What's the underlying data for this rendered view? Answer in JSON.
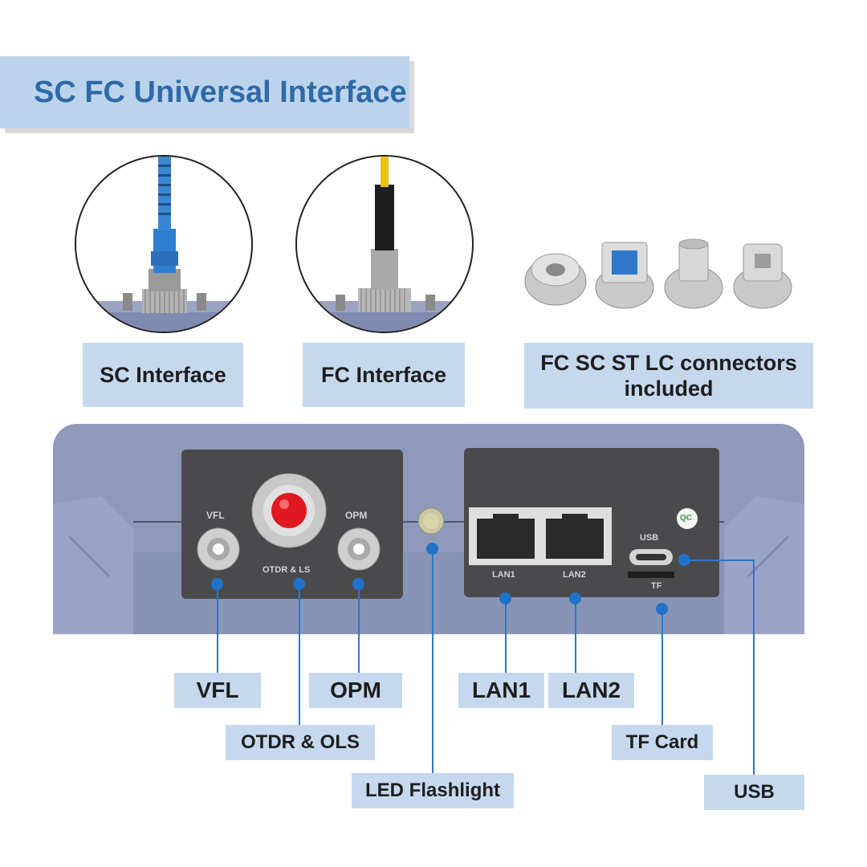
{
  "header": {
    "title": "SC FC Universal Interface"
  },
  "top_labels": {
    "sc": "SC Interface",
    "fc": "FC Interface",
    "connectors_line1": "FC SC ST LC connectors",
    "connectors_line2": "included"
  },
  "device_silkscreen": {
    "vfl": "VFL",
    "opm": "OPM",
    "otdr": "OTDR & LS",
    "lan1": "LAN1",
    "lan2": "LAN2",
    "usb": "USB",
    "tf": "TF",
    "qc": "QC"
  },
  "callouts": {
    "vfl": "VFL",
    "opm": "OPM",
    "otdr_ols": "OTDR & OLS",
    "led": "LED Flashlight",
    "lan1": "LAN1",
    "lan2": "LAN2",
    "tf_card": "TF Card",
    "usb": "USB"
  },
  "colors": {
    "label_bg": "#c5d8ee",
    "title_text": "#2f6aa8",
    "callout_line": "#2a78c8",
    "device_body": "#8f99b9",
    "panel": "#4b4b4d"
  }
}
